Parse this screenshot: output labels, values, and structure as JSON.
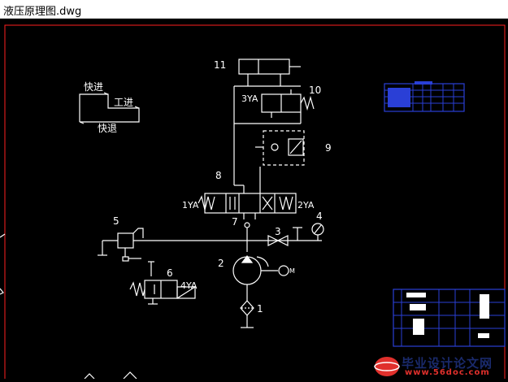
{
  "window": {
    "title": "液压原理图.dwg"
  },
  "motion_diagram": {
    "fast_forward": "快进",
    "work_feed": "工进",
    "fast_return": "快退"
  },
  "labels": {
    "n1": "1",
    "n2": "2",
    "n3": "3",
    "n4": "4",
    "n5": "5",
    "n6": "6",
    "n7": "7",
    "n8": "8",
    "n9": "9",
    "n10": "10",
    "n11": "11",
    "sol_1ya": "1YA",
    "sol_2ya": "2YA",
    "sol_3ya": "3YA",
    "sol_4ya": "4YA",
    "motor": "M"
  },
  "watermark": {
    "title": "毕业设计论文网",
    "url": "www.56doc.com"
  },
  "colors": {
    "frame": "#ff2020",
    "lines": "#ffffff",
    "table": "#2a3fd6",
    "background": "#000000"
  }
}
